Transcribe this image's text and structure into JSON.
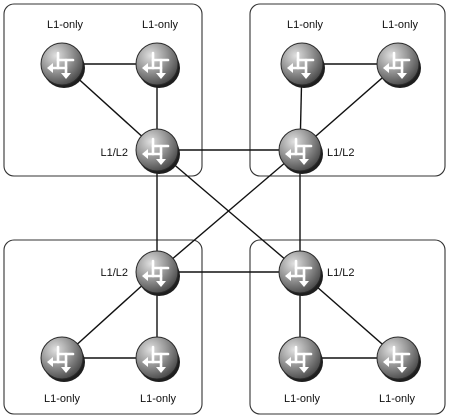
{
  "routers": {
    "ul_tl": {
      "label": "L1-only"
    },
    "ul_tr": {
      "label": "L1-only"
    },
    "ul_core": {
      "label": "L1/L2"
    },
    "ur_tl": {
      "label": "L1-only"
    },
    "ur_tr": {
      "label": "L1-only"
    },
    "ur_core": {
      "label": "L1/L2"
    },
    "ll_core": {
      "label": "L1/L2"
    },
    "ll_bl": {
      "label": "L1-only"
    },
    "ll_br": {
      "label": "L1-only"
    },
    "lr_core": {
      "label": "L1/L2"
    },
    "lr_bl": {
      "label": "L1-only"
    },
    "lr_br": {
      "label": "L1-only"
    }
  },
  "links": [
    [
      "ul_tl",
      "ul_tr"
    ],
    [
      "ul_tl",
      "ul_core"
    ],
    [
      "ul_tr",
      "ul_core"
    ],
    [
      "ur_tl",
      "ur_tr"
    ],
    [
      "ur_tl",
      "ur_core"
    ],
    [
      "ur_tr",
      "ur_core"
    ],
    [
      "ll_core",
      "ll_bl"
    ],
    [
      "ll_core",
      "ll_br"
    ],
    [
      "ll_bl",
      "ll_br"
    ],
    [
      "lr_core",
      "lr_bl"
    ],
    [
      "lr_core",
      "lr_br"
    ],
    [
      "lr_bl",
      "lr_br"
    ],
    [
      "ul_core",
      "ur_core"
    ],
    [
      "ll_core",
      "lr_core"
    ],
    [
      "ul_core",
      "ll_core"
    ],
    [
      "ur_core",
      "lr_core"
    ],
    [
      "ul_core",
      "lr_core"
    ],
    [
      "ur_core",
      "ll_core"
    ]
  ],
  "colors": {
    "router_body": "#8a8a8a",
    "router_dark": "#3a3a3a",
    "router_light": "#d8d8d8"
  }
}
